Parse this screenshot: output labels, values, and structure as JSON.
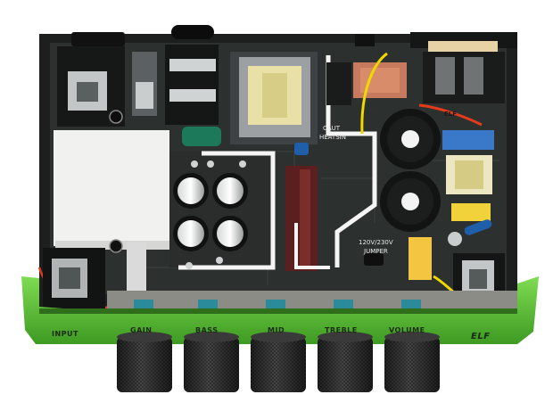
{
  "photo": {
    "subject": "amplifier circuit board with knobs"
  },
  "panel_labels": {
    "input": "INPUT",
    "gain": "GAIN",
    "bass": "BASS",
    "mid": "MID",
    "treble": "TREBLE",
    "volume": "VOLUME",
    "brand": "ELF"
  },
  "pcb_text": {
    "caution": "CAUT",
    "heatsink": "HEATSIN",
    "voltage": "120V/230V",
    "jumper": "JUMPER",
    "fuse_brand": "ELF"
  },
  "colors": {
    "chassis_green": "#5dc43a",
    "pcb": "#2b2f2d",
    "metal": "#b8bcbd"
  }
}
